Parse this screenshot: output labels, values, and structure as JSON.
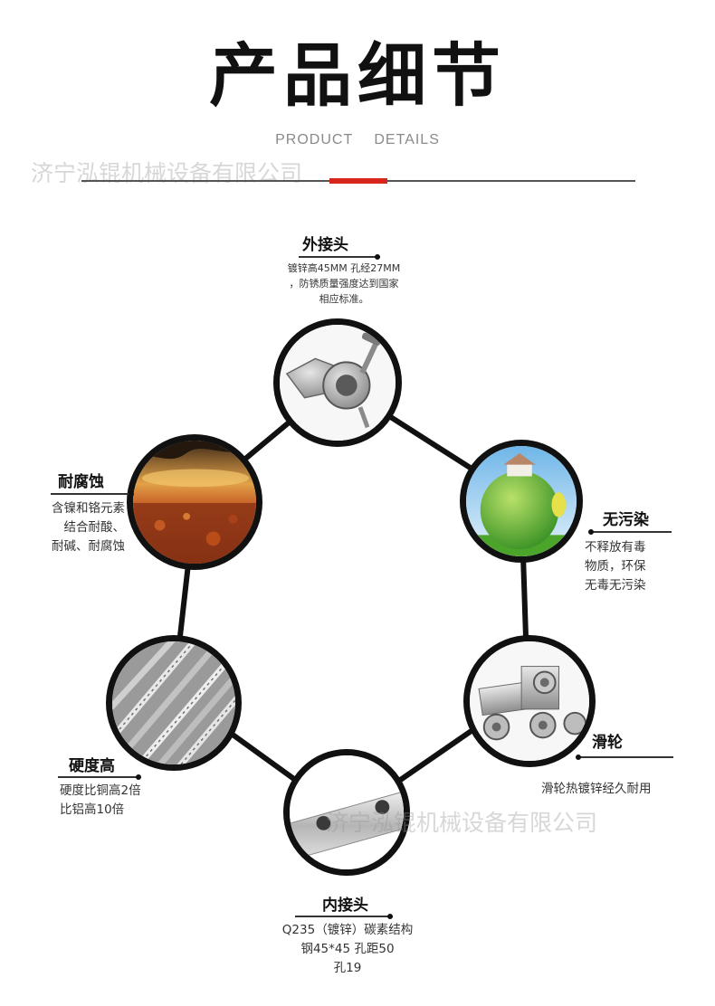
{
  "title": "产品细节",
  "subtitle": "PRODUCT DETAILS",
  "watermark": "济宁泓锟机械设备有限公司",
  "features": [
    {
      "id": "outer-joint",
      "label": "外接头",
      "desc": [
        "镀锌高45MM 孔经27MM",
        "，防锈质量强度达到国家",
        "相应标准。"
      ]
    },
    {
      "id": "no-pollution",
      "label": "无污染",
      "desc": [
        "不释放有毒",
        "物质，环保",
        "无毒无污染"
      ]
    },
    {
      "id": "pulley",
      "label": "滑轮",
      "desc": [
        "滑轮热镀锌经久耐用"
      ]
    },
    {
      "id": "inner-joint",
      "label": "内接头",
      "desc": [
        "Q235（镀锌）碳素结构",
        "钢45*45  孔距50",
        "孔19"
      ]
    },
    {
      "id": "hardness",
      "label": "硬度高",
      "desc": [
        "硬度比铜高2倍",
        "比铝高10倍"
      ]
    },
    {
      "id": "corrosion",
      "label": "耐腐蚀",
      "desc": [
        "含镍和铬元素",
        "结合耐酸、",
        "耐碱、耐腐蚀"
      ]
    }
  ]
}
